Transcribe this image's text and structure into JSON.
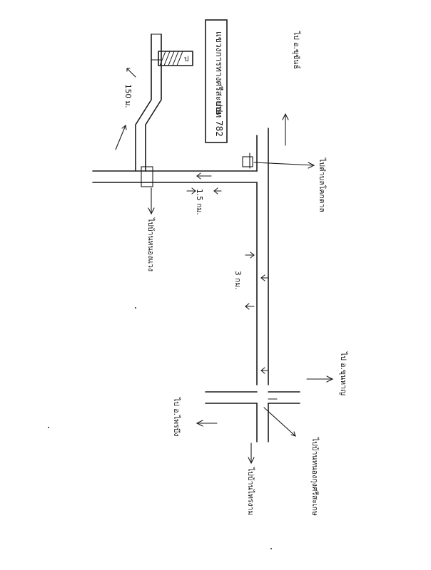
{
  "colors": {
    "paper": "#ffffff",
    "ink": "#1a1a1a"
  },
  "labels": {
    "sign_text": "แขวงการทางศรีสะเกษ",
    "sign_code": "ปปท 782",
    "sign_marker": "ป",
    "distance_top": "150 ม.",
    "distance_middle": "1.5 กม.",
    "distance_long": "3 กม.",
    "to_top_right": "ไป อ.ขุขันธ์",
    "to_right_upper": "ไปตำบลโคกตาล",
    "to_left_upper": "ไปบ้านหนองแวง",
    "to_right_lower": "ไป อ.ขุนหาญ",
    "to_left_lower": "ไป อ.ไพรบึง",
    "to_bottom_center": "ไปบ้านไทรงาม",
    "to_bottom_right": "ไปบ้านหนองกุงศรีสะเกษ"
  }
}
